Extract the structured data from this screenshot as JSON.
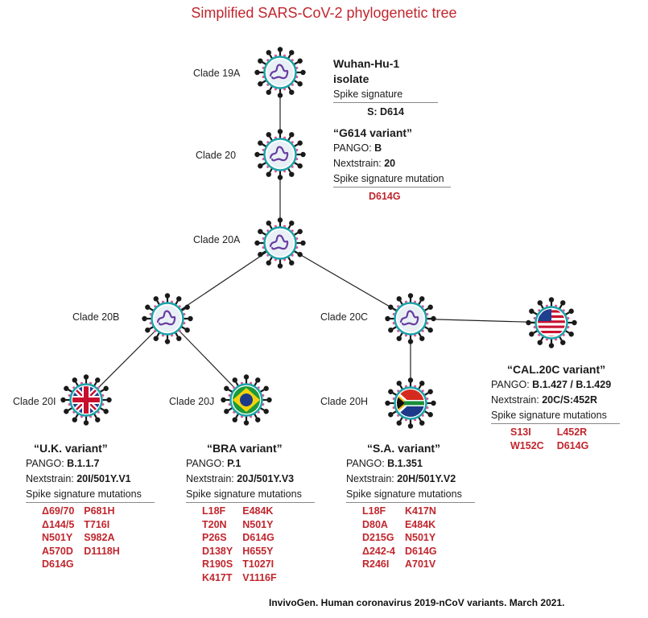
{
  "title": "Simplified SARS-CoV-2 phylogenetic tree",
  "colors": {
    "accent": "#c0262d",
    "virus_ring": "#1aa3a8",
    "virus_body": "#e8f0f6",
    "rna": "#6a3b9e"
  },
  "nodes": [
    {
      "id": "19A",
      "clade": "Clade 19A",
      "flag": "none"
    },
    {
      "id": "20",
      "clade": "Clade 20",
      "flag": "none"
    },
    {
      "id": "20A",
      "clade": "Clade 20A",
      "flag": "none"
    },
    {
      "id": "20B",
      "clade": "Clade 20B",
      "flag": "none"
    },
    {
      "id": "20C",
      "clade": "Clade 20C",
      "flag": "none"
    },
    {
      "id": "20I",
      "clade": "Clade 20I",
      "flag": "uk"
    },
    {
      "id": "20J",
      "clade": "Clade 20J",
      "flag": "brazil"
    },
    {
      "id": "20H",
      "clade": "Clade 20H",
      "flag": "south-africa"
    },
    {
      "id": "CAL",
      "clade": "",
      "flag": "usa"
    }
  ],
  "edges": [
    [
      "19A",
      "20"
    ],
    [
      "20",
      "20A"
    ],
    [
      "20A",
      "20B"
    ],
    [
      "20A",
      "20C"
    ],
    [
      "20B",
      "20I"
    ],
    [
      "20B",
      "20J"
    ],
    [
      "20C",
      "20H"
    ],
    [
      "20C",
      "CAL"
    ]
  ],
  "wuhan": {
    "name": "Wuhan-Hu-1 isolate",
    "sig_label": "Spike signature",
    "sig_value": "S: D614"
  },
  "g614": {
    "name": "“G614 variant”",
    "pango_label": "PANGO: ",
    "pango": "B",
    "next_label": "Nextstrain: ",
    "next": "20",
    "sig_label": "Spike signature mutation",
    "mutation": "D614G"
  },
  "uk": {
    "name": "“U.K. variant”",
    "pango_label": "PANGO: ",
    "pango": "B.1.1.7",
    "next_label": "Nextstrain: ",
    "next": "20I/501Y.V1",
    "sig_label": "Spike signature mutations",
    "col1": [
      "Δ69/70",
      "Δ144/5",
      "N501Y",
      "A570D",
      "D614G"
    ],
    "col2": [
      "P681H",
      "T716I",
      "S982A",
      "D1118H"
    ]
  },
  "bra": {
    "name": "“BRA variant”",
    "pango_label": "PANGO: ",
    "pango": "P.1",
    "next_label": "Nextstrain: ",
    "next": "20J/501Y.V3",
    "sig_label": "Spike signature mutations",
    "col1": [
      "L18F",
      "T20N",
      "P26S",
      "D138Y",
      "R190S",
      "K417T"
    ],
    "col2": [
      "E484K",
      "N501Y",
      "D614G",
      "H655Y",
      "T1027I",
      "V1116F"
    ]
  },
  "sa": {
    "name": "“S.A. variant”",
    "pango_label": "PANGO: ",
    "pango": "B.1.351",
    "next_label": "Nextstrain: ",
    "next": "20H/501Y.V2",
    "sig_label": "Spike signature mutations",
    "col1": [
      "L18F",
      "D80A",
      "D215G",
      "Δ242-4",
      "R246I"
    ],
    "col2": [
      "K417N",
      "E484K",
      "N501Y",
      "D614G",
      "A701V"
    ]
  },
  "cal": {
    "name": "“CAL.20C variant”",
    "pango_label": "PANGO: ",
    "pango": "B.1.427 / B.1.429",
    "next_label": "Nextstrain: ",
    "next": "20C/S:452R",
    "sig_label": "Spike signature mutations",
    "col1": [
      "S13I",
      "W152C"
    ],
    "col2": [
      "L452R",
      "D614G"
    ]
  },
  "credit": "InvivoGen. Human coronavirus 2019-nCoV variants. March 2021."
}
